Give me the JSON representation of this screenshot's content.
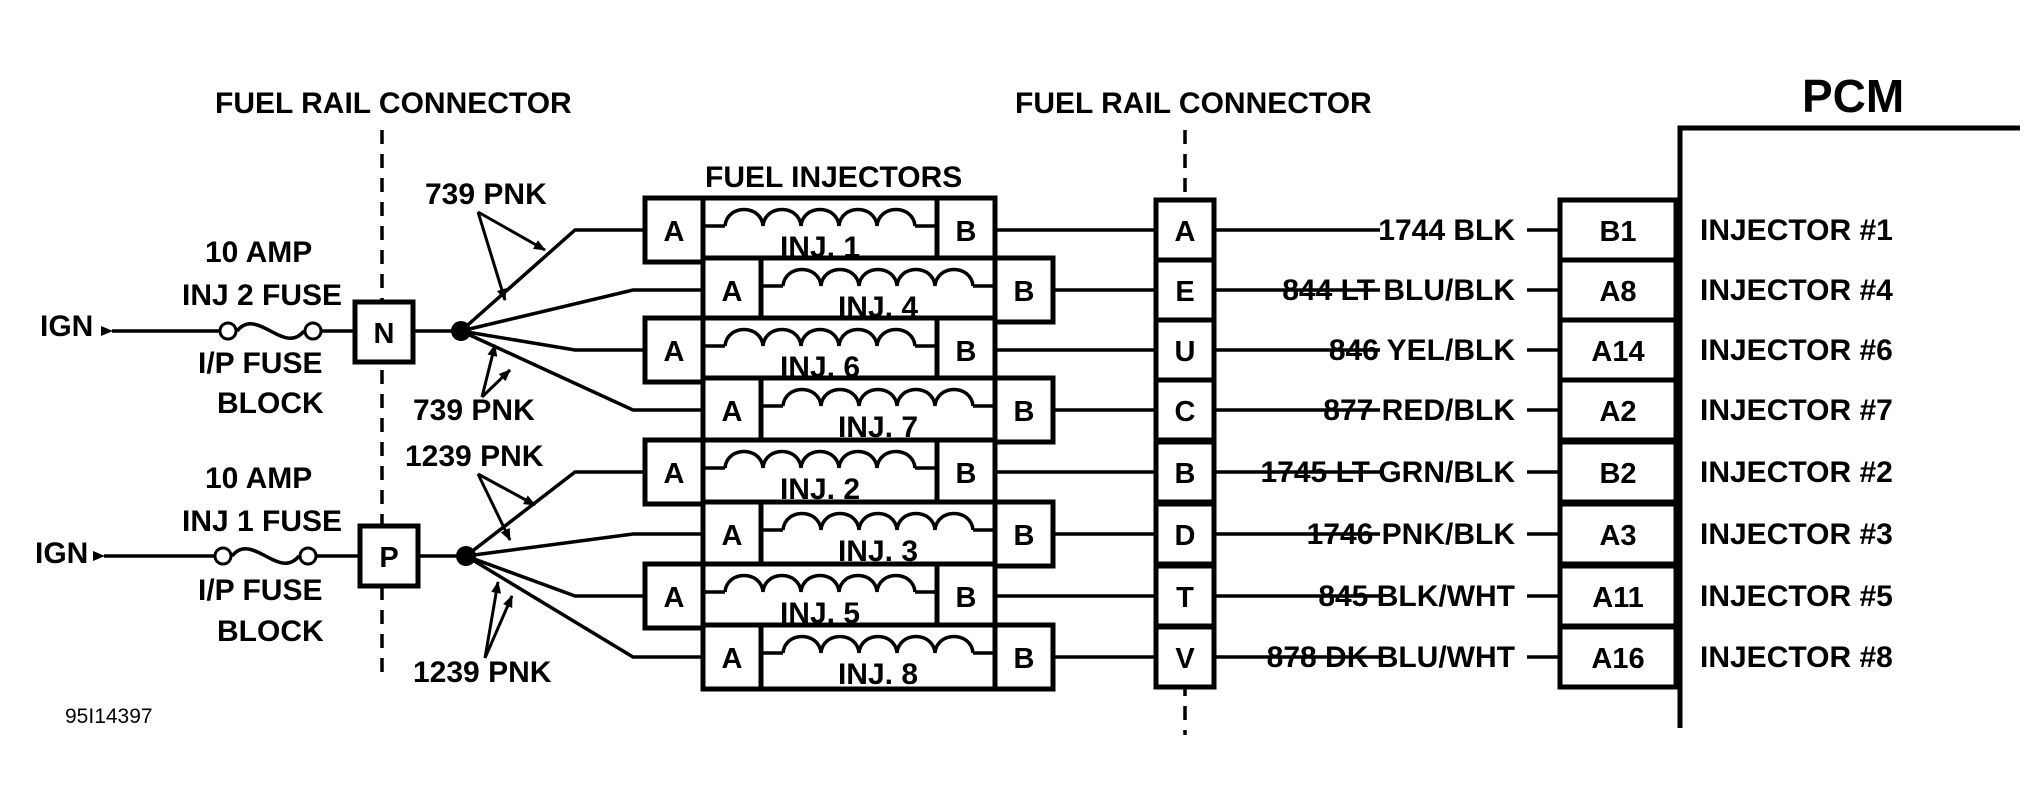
{
  "labels": {
    "fuel_rail_connector_left": "FUEL RAIL CONNECTOR",
    "fuel_rail_connector_right": "FUEL RAIL CONNECTOR",
    "pcm": "PCM",
    "fuel_injectors": "FUEL INJECTORS",
    "ign_top": "IGN",
    "ign_bottom": "IGN",
    "fuse_top_amp": "10 AMP",
    "fuse_top_name": "INJ 2 FUSE",
    "fuse_top_block1": "I/P FUSE",
    "fuse_top_block2": "BLOCK",
    "fuse_bottom_amp": "10 AMP",
    "fuse_bottom_name": "INJ 1 FUSE",
    "fuse_bottom_block1": "I/P FUSE",
    "fuse_bottom_block2": "BLOCK",
    "wire_739_top": "739 PNK",
    "wire_739_bottom": "739 PNK",
    "wire_1239_top": "1239 PNK",
    "wire_1239_bottom": "1239 PNK",
    "pin_n": "N",
    "pin_p": "P",
    "figure_id": "95I14397"
  },
  "injectors": [
    {
      "name": "INJ. 1",
      "pin_a": "A",
      "pin_b": "B",
      "connector": "A",
      "wire": "1744 BLK",
      "pcm_pin": "B1",
      "pcm_label": "INJECTOR #1"
    },
    {
      "name": "INJ. 4",
      "pin_a": "A",
      "pin_b": "B",
      "connector": "E",
      "wire": "844 LT BLU/BLK",
      "pcm_pin": "A8",
      "pcm_label": "INJECTOR #4"
    },
    {
      "name": "INJ. 6",
      "pin_a": "A",
      "pin_b": "B",
      "connector": "U",
      "wire": "846 YEL/BLK",
      "pcm_pin": "A14",
      "pcm_label": "INJECTOR #6"
    },
    {
      "name": "INJ. 7",
      "pin_a": "A",
      "pin_b": "B",
      "connector": "C",
      "wire": "877 RED/BLK",
      "pcm_pin": "A2",
      "pcm_label": "INJECTOR #7"
    },
    {
      "name": "INJ. 2",
      "pin_a": "A",
      "pin_b": "B",
      "connector": "B",
      "wire": "1745 LT GRN/BLK",
      "pcm_pin": "B2",
      "pcm_label": "INJECTOR #2"
    },
    {
      "name": "INJ. 3",
      "pin_a": "A",
      "pin_b": "B",
      "connector": "D",
      "wire": "1746 PNK/BLK",
      "pcm_pin": "A3",
      "pcm_label": "INJECTOR #3"
    },
    {
      "name": "INJ. 5",
      "pin_a": "A",
      "pin_b": "B",
      "connector": "T",
      "wire": "845 BLK/WHT",
      "pcm_pin": "A11",
      "pcm_label": "INJECTOR #5"
    },
    {
      "name": "INJ. 8",
      "pin_a": "A",
      "pin_b": "B",
      "connector": "V",
      "wire": "878 DK BLU/WHT",
      "pcm_pin": "A16",
      "pcm_label": "INJECTOR #8"
    }
  ]
}
